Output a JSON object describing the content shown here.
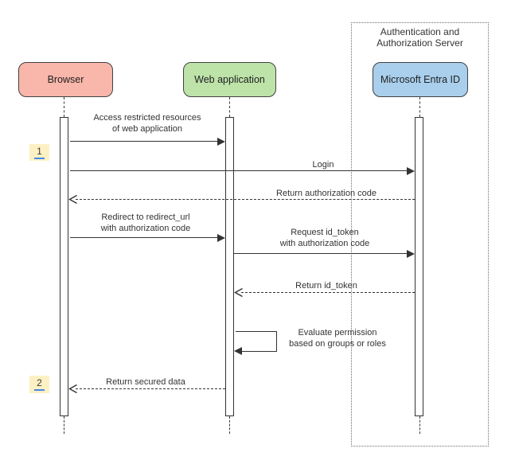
{
  "colors": {
    "browser-fill": "#f9b6aa",
    "webapp-fill": "#bde3a9",
    "entra-fill": "#a9cfec",
    "marker-fill": "#fdf1c4",
    "marker-underline": "#4a86e8",
    "line-color": "#333333"
  },
  "frame": {
    "title": "Authentication and\nAuthorization Server"
  },
  "actors": {
    "browser": "Browser",
    "webapp": "Web application",
    "entra": "Microsoft Entra ID"
  },
  "markers": {
    "step1": "1",
    "step2": "2"
  },
  "messages": {
    "access": "Access restricted resources\nof web application",
    "login": "Login",
    "return_auth_code": "Return authorization code",
    "redirect": "Redirect to redirect_url\nwith authorization code",
    "request_token": "Request id_token\nwith authorization code",
    "return_token": "Return id_token",
    "evaluate": "Evaluate permission\nbased on groups or roles",
    "return_data": "Return secured data"
  }
}
